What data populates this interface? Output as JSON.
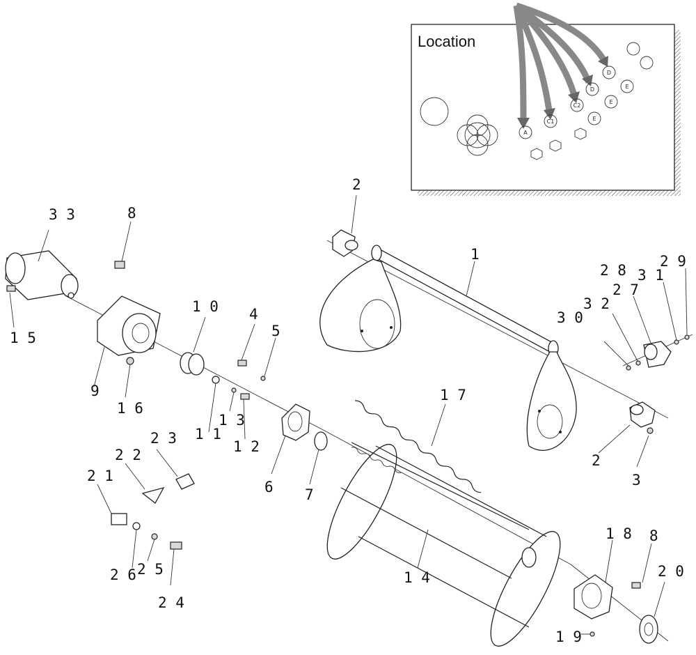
{
  "location_panel": {
    "title": "Location",
    "markers": [
      "A",
      "C1",
      "C2",
      "D",
      "D",
      "E",
      "E",
      "E"
    ]
  },
  "callouts": {
    "c1": "1",
    "c2_top": "2",
    "c2_right": "2",
    "c3": "3",
    "c4": "4",
    "c5": "5",
    "c6": "6",
    "c7": "7",
    "c8_top": "8",
    "c8_bottom": "8",
    "c9": "9",
    "c10": "1 0",
    "c11": "1 1",
    "c12": "1 2",
    "c13": "1 3",
    "c14": "1 4",
    "c15": "1 5",
    "c16": "1 6",
    "c17": "1 7",
    "c18": "1 8",
    "c19": "1 9",
    "c20": "2 0",
    "c21": "2 1",
    "c22": "2 2",
    "c23": "2 3",
    "c24": "2 4",
    "c25": "2 5",
    "c26": "2 6",
    "c27": "2 7",
    "c28": "2 8",
    "c29": "2 9",
    "c30": "3 0",
    "c31": "3 1",
    "c32": "3 2",
    "c33": "3 3"
  }
}
